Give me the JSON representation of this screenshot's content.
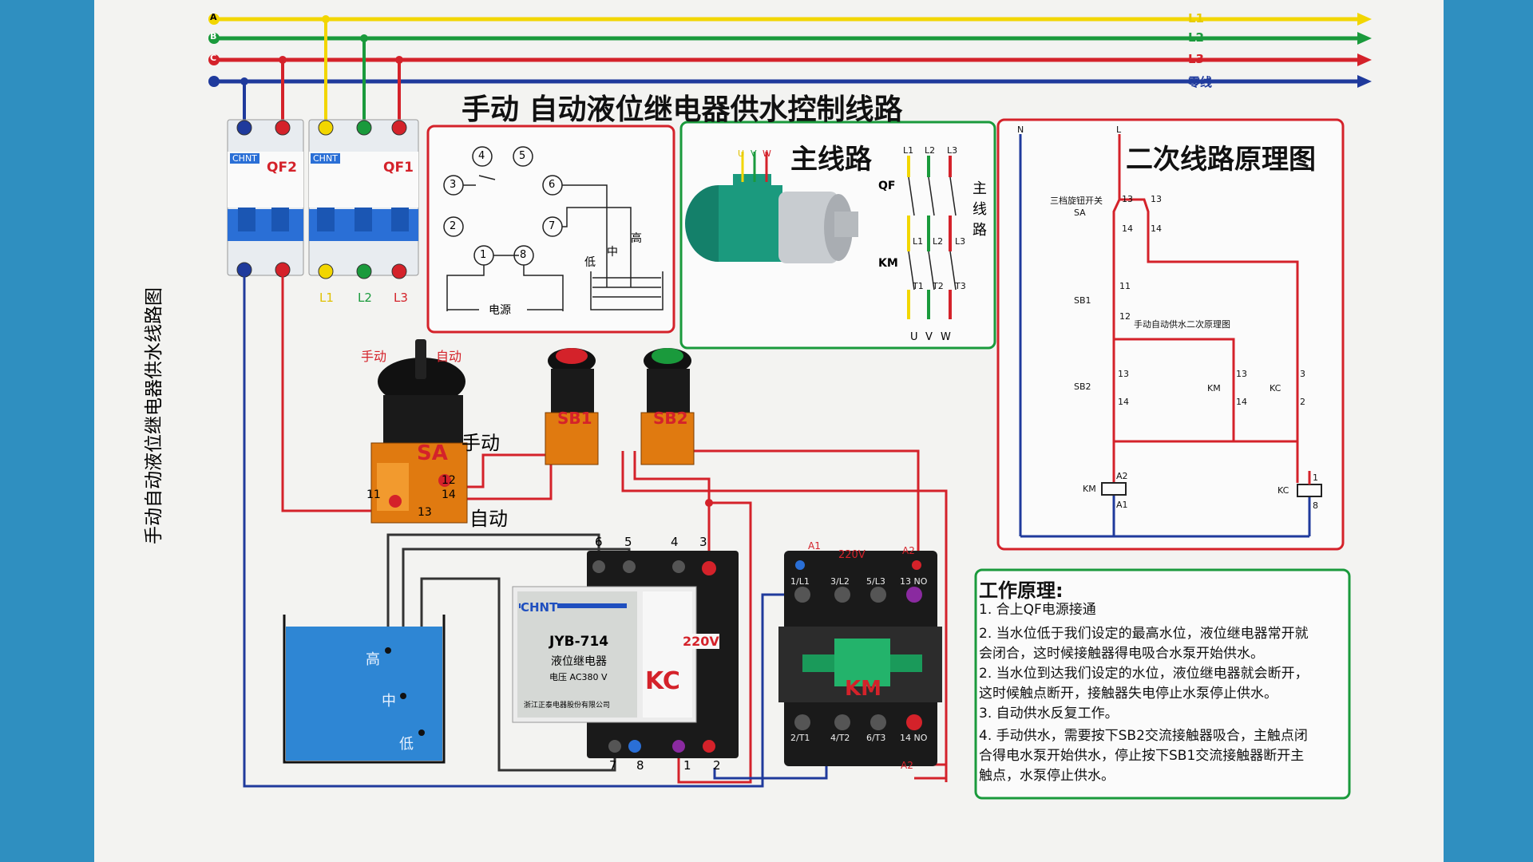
{
  "title": "手动 自动液位继电器供水控制线路",
  "side_title": "手动自动液位继电器供水线路图",
  "bus": {
    "left_labels": [
      "A",
      "B",
      "C",
      ""
    ],
    "right_labels": [
      "L1",
      "L2",
      "L3",
      "零线"
    ],
    "colors": {
      "yellow": "#f2d600",
      "green": "#1a9a3c",
      "red": "#d4222a",
      "blue": "#1f3a9c",
      "blue_bright": "#2f8fc0"
    }
  },
  "breakers": {
    "qf2": {
      "brand": "CHNT",
      "label": "QF2"
    },
    "qf1": {
      "brand": "CHNT",
      "label": "QF1"
    },
    "outputs": [
      "L1",
      "L2",
      "L3"
    ]
  },
  "switches": {
    "sa_mode_left": "手动",
    "sa_mode_right": "自动",
    "sa_label": "SA",
    "sa_manual": "手动",
    "sa_auto": "自动",
    "sa_terminals": [
      "11",
      "12",
      "13",
      "14"
    ],
    "sb1": "SB1",
    "sb2": "SB2"
  },
  "relay_diagram": {
    "pins": [
      "1",
      "2",
      "3",
      "4",
      "5",
      "6",
      "7",
      "8"
    ],
    "levels": [
      "低",
      "中",
      "高"
    ],
    "power": "电源"
  },
  "main_circuit": {
    "title": "主线路",
    "motor_terminals": [
      "U",
      "V",
      "W"
    ],
    "phases": [
      "L1",
      "L2",
      "L3"
    ],
    "qf": "QF",
    "km": "KM",
    "km_top": [
      "L1",
      "L2",
      "L3"
    ],
    "km_bottom": [
      "T1",
      "T2",
      "T3"
    ],
    "bottom": [
      "U",
      "V",
      "W"
    ],
    "side_text": [
      "主",
      "线",
      "路"
    ]
  },
  "secondary": {
    "title": "二次线路原理图",
    "top_left": [
      "N",
      "L"
    ],
    "sa_desc": "三档旋钮开关",
    "sa": "SA",
    "sb1": "SB1",
    "sb2": "SB2",
    "km": "KM",
    "kc": "KC",
    "caption": "手动自动供水二次原理图",
    "nums": {
      "n13": "13",
      "n14": "14",
      "n11": "11",
      "n12": "12",
      "n3": "3",
      "n2": "2",
      "a1": "A1",
      "a2": "A2",
      "k1": "1",
      "k8": "8"
    }
  },
  "tank": {
    "levels": [
      "高",
      "中",
      "低"
    ]
  },
  "relay": {
    "brand": "CHNT",
    "model": "JYB-714",
    "name": "液位继电器",
    "spec": "电压 AC380 V",
    "maker": "浙江正泰电器股份有限公司",
    "voltage": "220V",
    "tag": "KC",
    "top_terminals": [
      "6",
      "5",
      "4",
      "3"
    ],
    "bottom_terminals": [
      "7",
      "8",
      "1",
      "2"
    ]
  },
  "contactor": {
    "voltage": "220V",
    "a1": "A1",
    "a2": "A2",
    "a2_bottom": "A2",
    "top_terms": [
      "1/L1",
      "3/L2",
      "5/L3",
      "13 NO"
    ],
    "bottom_terms": [
      "2/T1",
      "4/T2",
      "6/T3",
      "14 NO"
    ],
    "tag": "KM"
  },
  "principle": {
    "heading": "工作原理:",
    "lines": [
      "1. 合上QF电源接通",
      "2. 当水位低于我们设定的最高水位，液位继电器常开就",
      "会闭合，这时候接触器得电吸合水泵开始供水。",
      "2. 当水位到达我们设定的水位，液位继电器就会断开，",
      "这时候触点断开，接触器失电停止水泵停止供水。",
      "3. 自动供水反复工作。",
      "4. 手动供水，需要按下SB2交流接触器吸合，主触点闭",
      "合得电水泵开始供水，停止按下SB1交流接触器断开主",
      "触点，水泵停止供水。"
    ]
  }
}
